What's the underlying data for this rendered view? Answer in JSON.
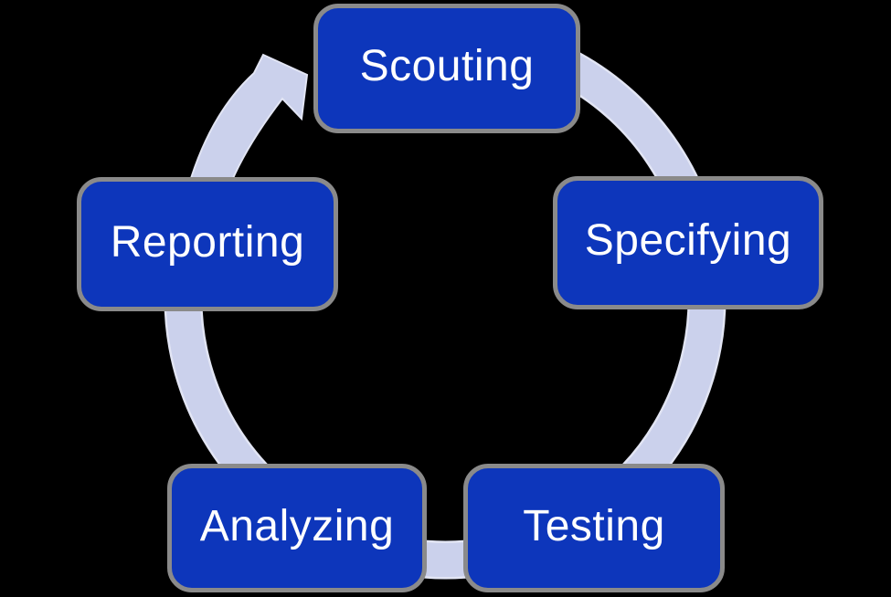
{
  "diagram": {
    "type": "cycle",
    "direction": "clockwise",
    "background_color": "#000000",
    "node_fill_color": "#0D36BB",
    "node_border_color": "#8A8A8A",
    "node_text_color": "#FFFFFF",
    "band_color": "#CBD1EC",
    "band_edge_color": "#E2E5F4",
    "nodes": [
      {
        "label": "Scouting",
        "position": "top"
      },
      {
        "label": "Specifying",
        "position": "upper-right"
      },
      {
        "label": "Testing",
        "position": "lower-right"
      },
      {
        "label": "Analyzing",
        "position": "lower-left"
      },
      {
        "label": "Reporting",
        "position": "upper-left"
      }
    ]
  }
}
